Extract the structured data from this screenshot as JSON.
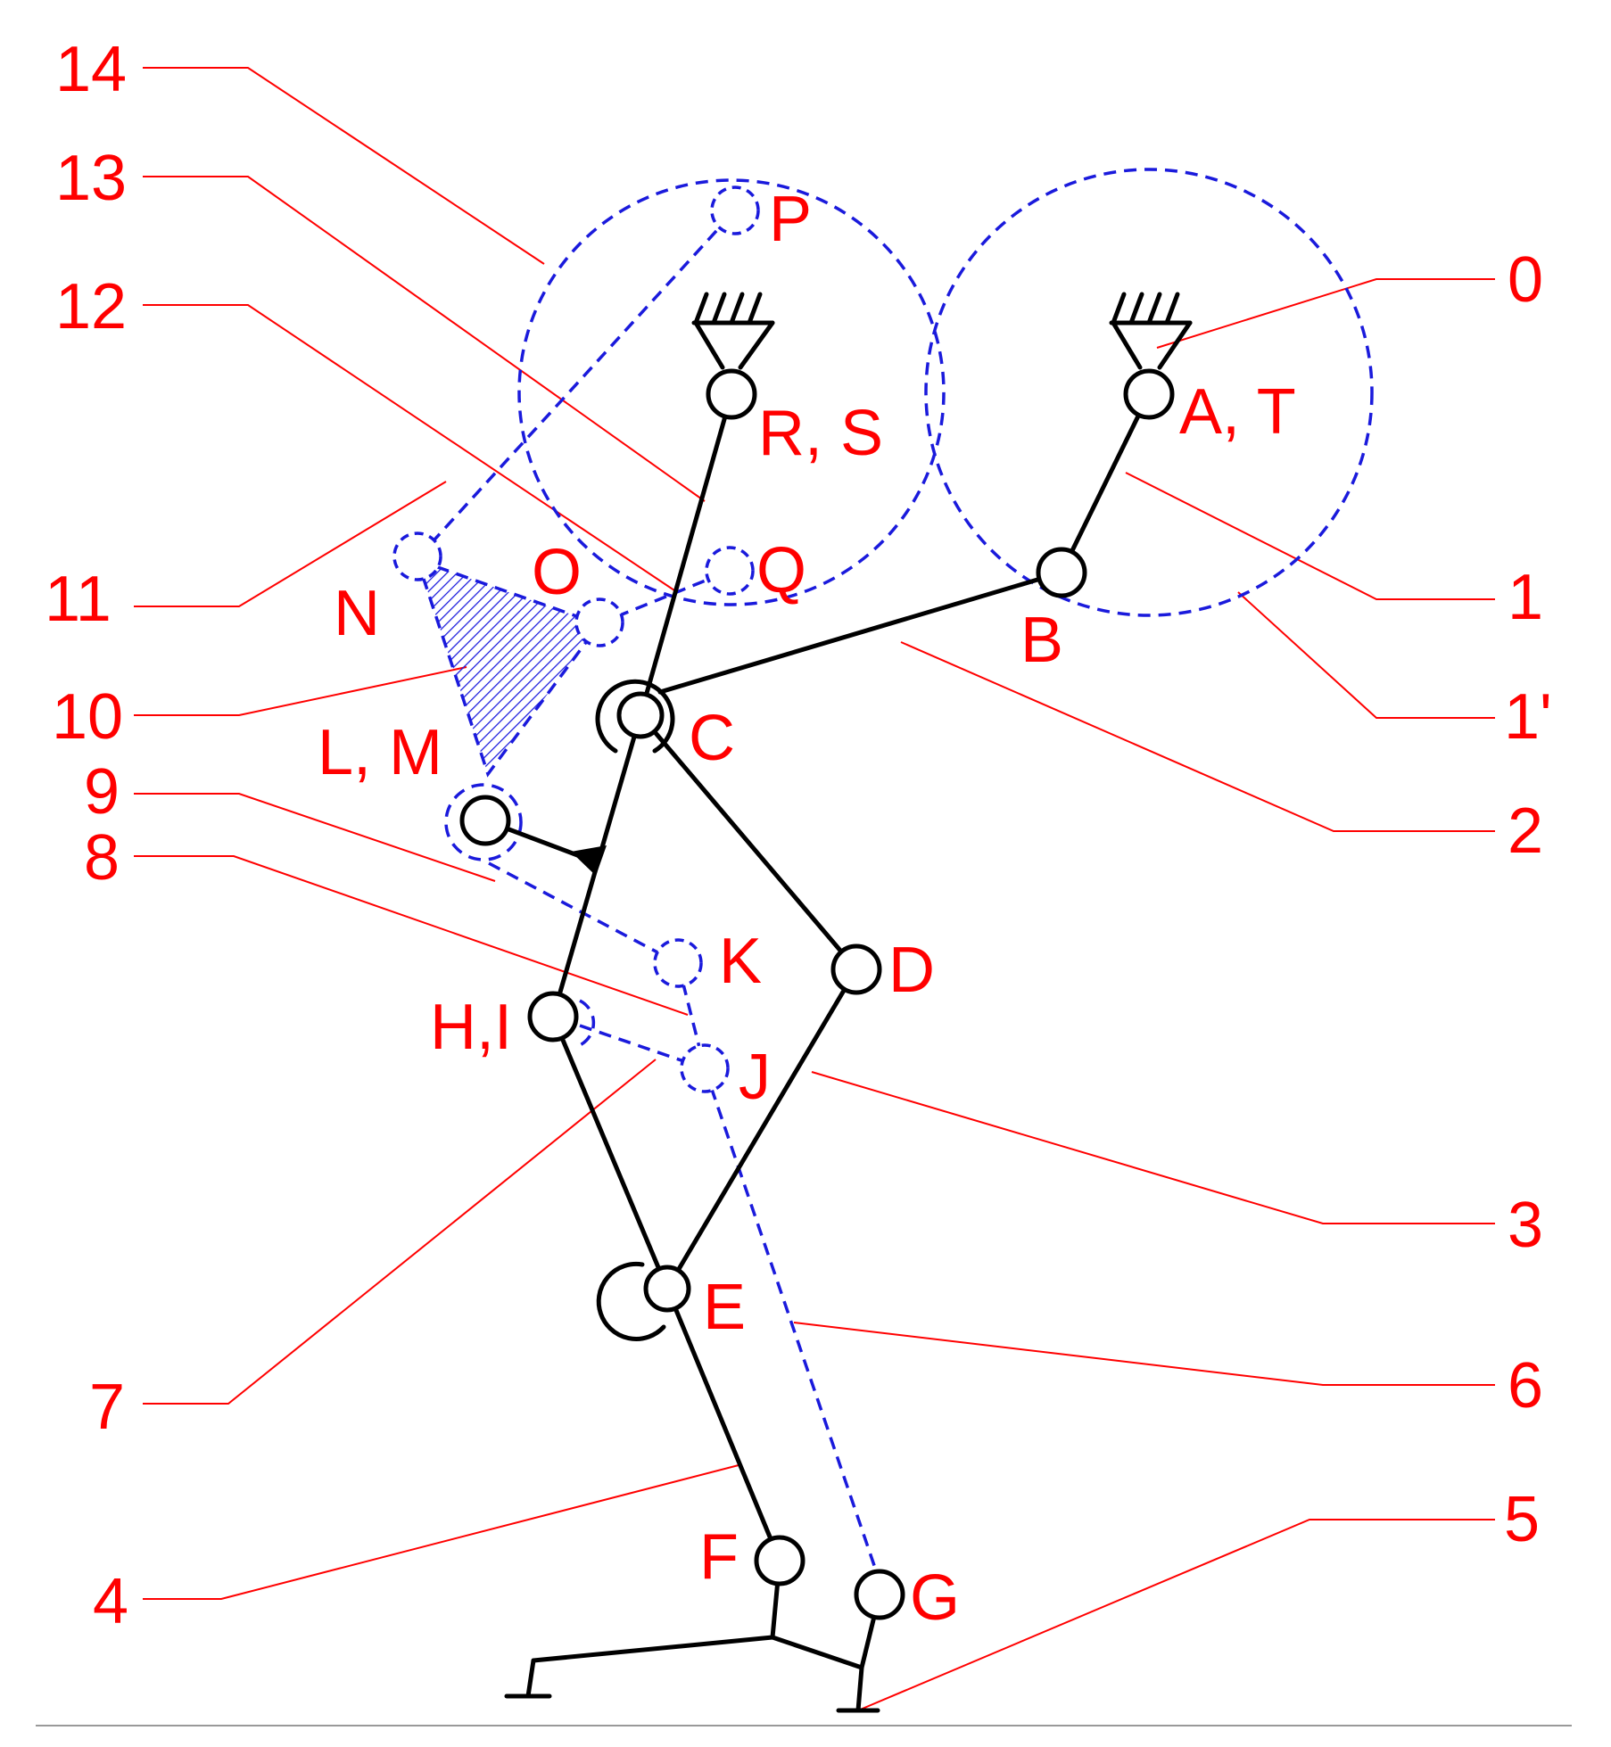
{
  "colors": {
    "label": "#ff0000",
    "leader": "#ff0000",
    "mechanism": "#000000",
    "dashed": "#1a1adc",
    "hatch": "#1a1adc",
    "baseline": "#999999"
  },
  "part_numbers": {
    "p0": "0",
    "p1": "1",
    "p1prime": "1'",
    "p2": "2",
    "p3": "3",
    "p4": "4",
    "p5": "5",
    "p6": "6",
    "p7": "7",
    "p8": "8",
    "p9": "9",
    "p10": "10",
    "p11": "11",
    "p12": "12",
    "p13": "13",
    "p14": "14"
  },
  "joint_labels": {
    "AT": "A, T",
    "RS": "R, S",
    "B": "B",
    "C": "C",
    "D": "D",
    "E": "E",
    "F": "F",
    "G": "G",
    "HI": "H,I",
    "J": "J",
    "K": "K",
    "LM": "L, M",
    "N": "N",
    "O": "O",
    "P": "P",
    "Q": "Q"
  },
  "icons": [
    "ground-support-icon",
    "joint-circle-icon",
    "hatched-triangle-icon"
  ]
}
